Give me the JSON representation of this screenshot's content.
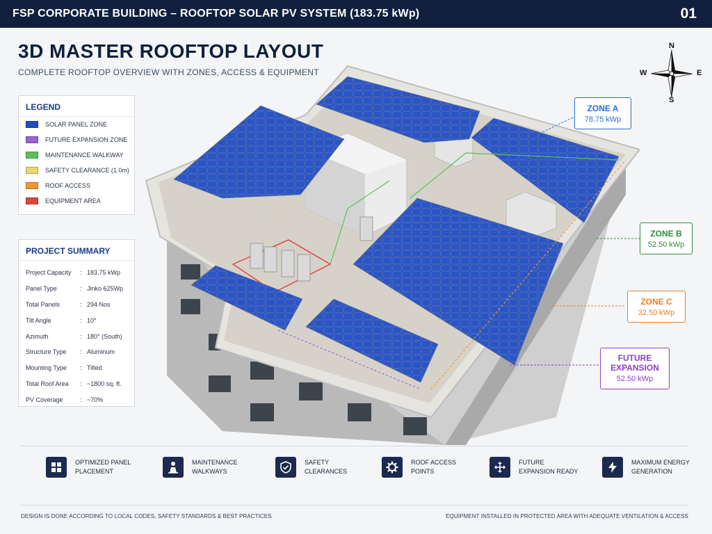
{
  "header": {
    "title": "FSP CORPORATE BUILDING – ROOFTOP SOLAR PV SYSTEM (183.75 kWp)",
    "page_number": "01"
  },
  "main_title": "3D MASTER ROOFTOP LAYOUT",
  "subtitle": "COMPLETE ROOFTOP OVERVIEW WITH ZONES, ACCESS & EQUIPMENT",
  "legend": {
    "title": "LEGEND",
    "items": [
      {
        "label": "SOLAR PANEL ZONE",
        "color": "#1f4fbf"
      },
      {
        "label": "FUTURE EXPANSION ZONE",
        "color": "#9a63d6"
      },
      {
        "label": "MAINTENANCE WALKWAY",
        "color": "#5cbf5c"
      },
      {
        "label": "SAFETY CLEARANCE (1.0m)",
        "color": "#e8d96a"
      },
      {
        "label": "ROOF ACCESS",
        "color": "#f0962e"
      },
      {
        "label": "EQUIPMENT AREA",
        "color": "#e0463a"
      }
    ]
  },
  "summary": {
    "title": "PROJECT SUMMARY",
    "rows": [
      {
        "key": "Project Capacity",
        "value": "183.75 kWp"
      },
      {
        "key": "Panel Type",
        "value": "Jinko 625Wp"
      },
      {
        "key": "Total Panels",
        "value": "294 Nos"
      },
      {
        "key": "Tilt Angle",
        "value": "10°"
      },
      {
        "key": "Azimuth",
        "value": "180° (South)"
      },
      {
        "key": "Structure Type",
        "value": "Aluminum"
      },
      {
        "key": "Mounting Type",
        "value": "Tilted"
      },
      {
        "key": "Total Roof Area",
        "value": "~1800 sq. ft."
      },
      {
        "key": "PV Coverage",
        "value": "~70%"
      }
    ]
  },
  "compass": {
    "n": "N",
    "s": "S",
    "e": "E",
    "w": "W"
  },
  "zones": {
    "a": {
      "name": "ZONE A",
      "value": "78.75 kWp",
      "color": "#2a6fd6"
    },
    "b": {
      "name": "ZONE B",
      "value": "52.50 kWp",
      "color": "#2e8b3a"
    },
    "c": {
      "name": "ZONE C",
      "value": "32.50 kWp",
      "color": "#f07c1e"
    },
    "future": {
      "name_line1": "FUTURE",
      "name_line2": "EXPANSION",
      "value": "52.50 kWp",
      "color": "#8a3fc9"
    }
  },
  "features": [
    {
      "line1": "OPTIMIZED PANEL",
      "line2": "PLACEMENT",
      "icon": "grid-icon"
    },
    {
      "line1": "MAINTENANCE",
      "line2": "WALKWAYS",
      "icon": "worker-icon"
    },
    {
      "line1": "SAFETY",
      "line2": "CLEARANCES",
      "icon": "shield-check-icon"
    },
    {
      "line1": "ROOF ACCESS",
      "line2": "POINTS",
      "icon": "gear-icon"
    },
    {
      "line1": "FUTURE",
      "line2": "EXPANSION READY",
      "icon": "expand-arrows-icon"
    },
    {
      "line1": "MAXIMUM ENERGY",
      "line2": "GENERATION",
      "icon": "lightning-icon"
    }
  ],
  "footer": {
    "left": "DESIGN IS DONE ACCORDING TO LOCAL CODES, SAFETY STANDARDS & BEST PRACTICES",
    "right": "EQUIPMENT INSTALLED IN PROTECTED AREA WITH ADEQUATE VENTILATION & ACCESS"
  }
}
